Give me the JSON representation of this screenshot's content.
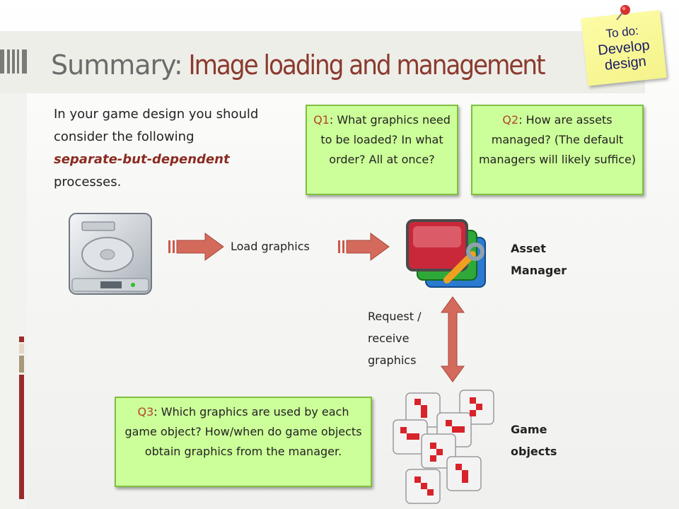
{
  "title": {
    "summary": "Summary:",
    "rest": " Image loading and management"
  },
  "sticky_note": {
    "line1": "To do:",
    "line2": "Develop",
    "line3": "design"
  },
  "intro": {
    "line1": "In your game design you should",
    "line2": "consider the following",
    "highlight": "separate-but-dependent",
    "line4": "processes."
  },
  "q1": {
    "label": "Q1",
    "text": ": What graphics need to be loaded? In what order? All at once?"
  },
  "q2": {
    "label": "Q2",
    "text": ": How are assets managed? (The default managers will likely suffice)"
  },
  "q3": {
    "label": "Q3",
    "text": ": Which graphics are used by each game object? How/when do game objects obtain graphics from the manager."
  },
  "load_label": "Load graphics",
  "asset_manager": {
    "line1": "Asset",
    "line2": "Manager"
  },
  "request_label": {
    "line1": "Request /",
    "line2": "receive",
    "line3": "graphics"
  },
  "game_objects": {
    "line1": "Game",
    "line2": "objects"
  },
  "icons": [
    "hard-drive-icon",
    "asset-manager-icon",
    "game-objects-icon",
    "pushpin-icon"
  ],
  "colors": {
    "accent": "#8b3a2e",
    "box_fill": "#ccff99",
    "box_border": "#7fbf3f",
    "arrow": "#c9574a"
  }
}
